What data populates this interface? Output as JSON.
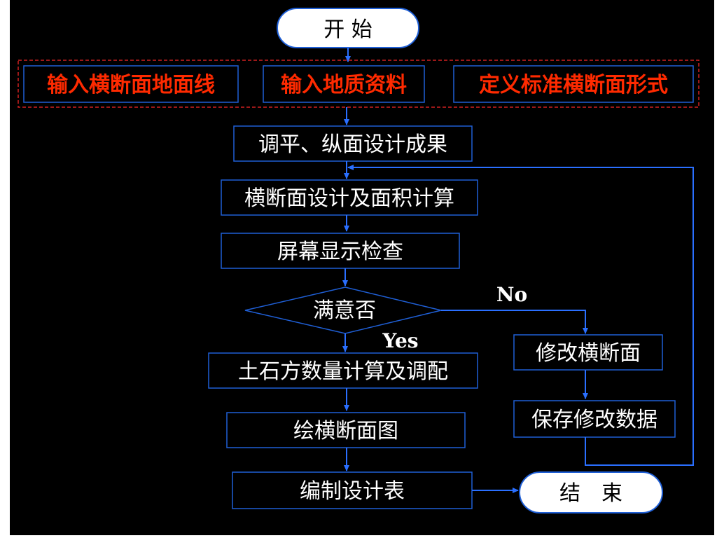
{
  "nodes": {
    "start": "开 始",
    "input_ground": "输入横断面地面线",
    "input_geology": "输入地质资料",
    "define_standard": "定义标准横断面形式",
    "leveling": "调平、纵面设计成果",
    "section_design": "横断面设计及面积计算",
    "screen_check": "屏幕显示检查",
    "satisfied": "满意否",
    "earthwork": "土石方数量计算及调配",
    "draw_section": "绘横断面图",
    "make_table": "编制设计表",
    "end": "结　束",
    "modify_section": "修改横断面",
    "save_data": "保存修改数据"
  },
  "edges": {
    "no_label": "No",
    "yes_label": "Yes"
  },
  "colors": {
    "background": "#000000",
    "box_border": "#1f5fd6",
    "arrow": "#2a6fff",
    "input_text": "#ff2a00",
    "dashed_group": "#d02020",
    "terminal_fill": "#ffffff"
  }
}
